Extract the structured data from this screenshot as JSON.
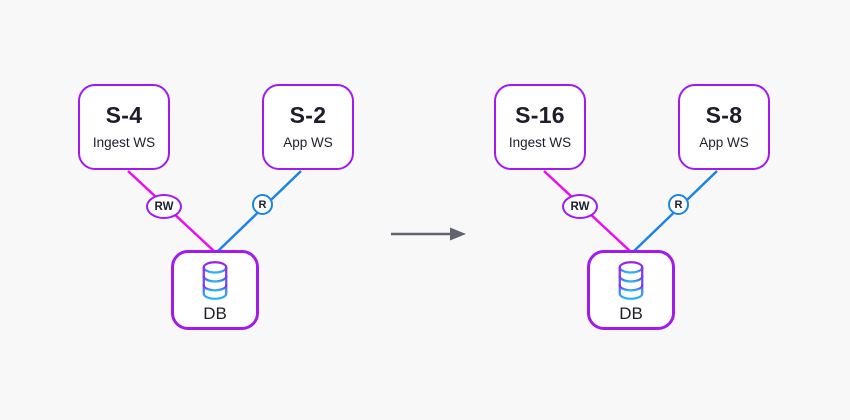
{
  "colors": {
    "purple": "#A21BEE",
    "magenta": "#ED0CED",
    "blue": "#1C84E4",
    "cyan": "#29B6F6",
    "arrow": "#61636E",
    "text": "#1D1D2B",
    "bg": "#F8F8F9",
    "node-bg": "#FFFFFF"
  },
  "icons": {
    "database": "database-cylinder-icon",
    "transition": "right-arrow-icon"
  },
  "diagrams": [
    {
      "ingest": {
        "title": "S-4",
        "subtitle": "Ingest WS"
      },
      "app": {
        "title": "S-2",
        "subtitle": "App WS"
      },
      "db": {
        "label": "DB"
      },
      "write_edge": {
        "label": "RW"
      },
      "read_edge": {
        "label": "R"
      }
    },
    {
      "ingest": {
        "title": "S-16",
        "subtitle": "Ingest WS"
      },
      "app": {
        "title": "S-8",
        "subtitle": "App WS"
      },
      "db": {
        "label": "DB"
      },
      "write_edge": {
        "label": "RW"
      },
      "read_edge": {
        "label": "R"
      }
    }
  ]
}
